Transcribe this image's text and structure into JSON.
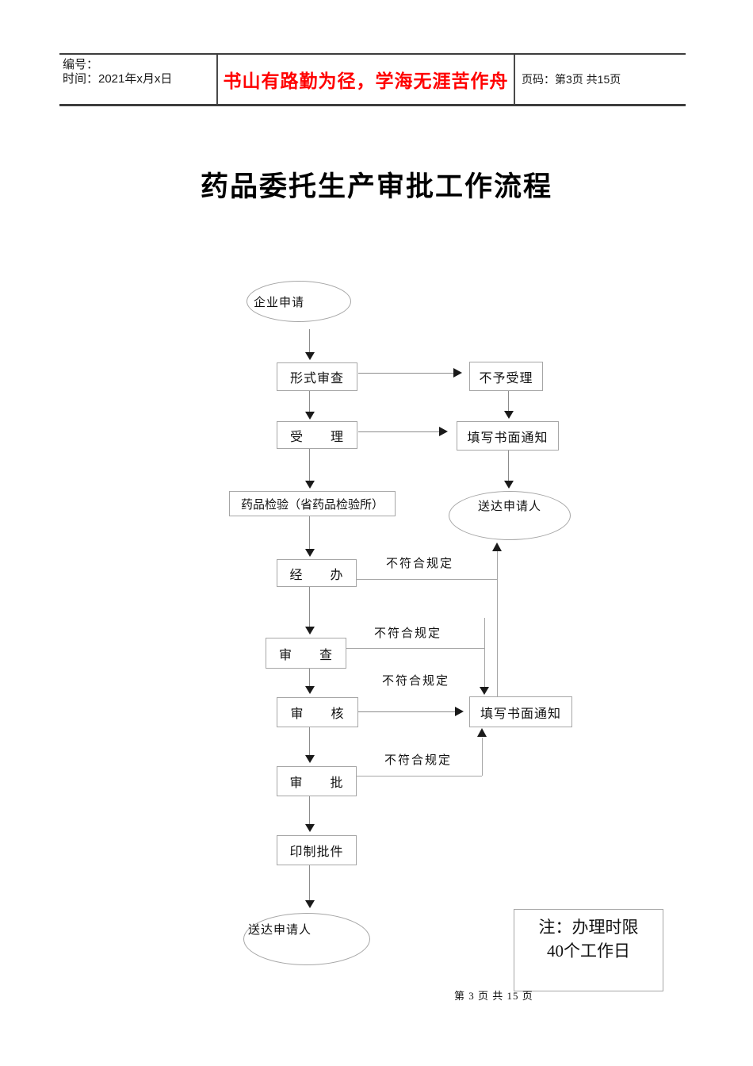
{
  "header": {
    "number_line": "编号：",
    "time_line": "时间：2021年x月x日",
    "motto": "书山有路勤为径，学海无涯苦作舟",
    "motto_color": "#ff0000",
    "page_info": "页码：第3页 共15页"
  },
  "title": "药品委托生产审批工作流程",
  "flowchart": {
    "start": "企业申请",
    "formal_review": "形式审查",
    "not_accepted": "不予受理",
    "accept": "受　　理",
    "written_notice_1": "填写书面通知",
    "drug_inspection": "药品检验（省药品检验所）",
    "deliver_applicant_top": "送达申请人",
    "handle": "经　　办",
    "review": "审　　查",
    "verify": "审　　核",
    "written_notice_2": "填写书面通知",
    "approve": "审　　批",
    "print_approval": "印制批件",
    "deliver_applicant_bottom": "送达申请人",
    "nonconform_label": "不符合规定"
  },
  "note": {
    "line1": "注：办理时限",
    "line2": "40个工作日"
  },
  "footer": {
    "text": "第 3 页 共 15 页"
  }
}
